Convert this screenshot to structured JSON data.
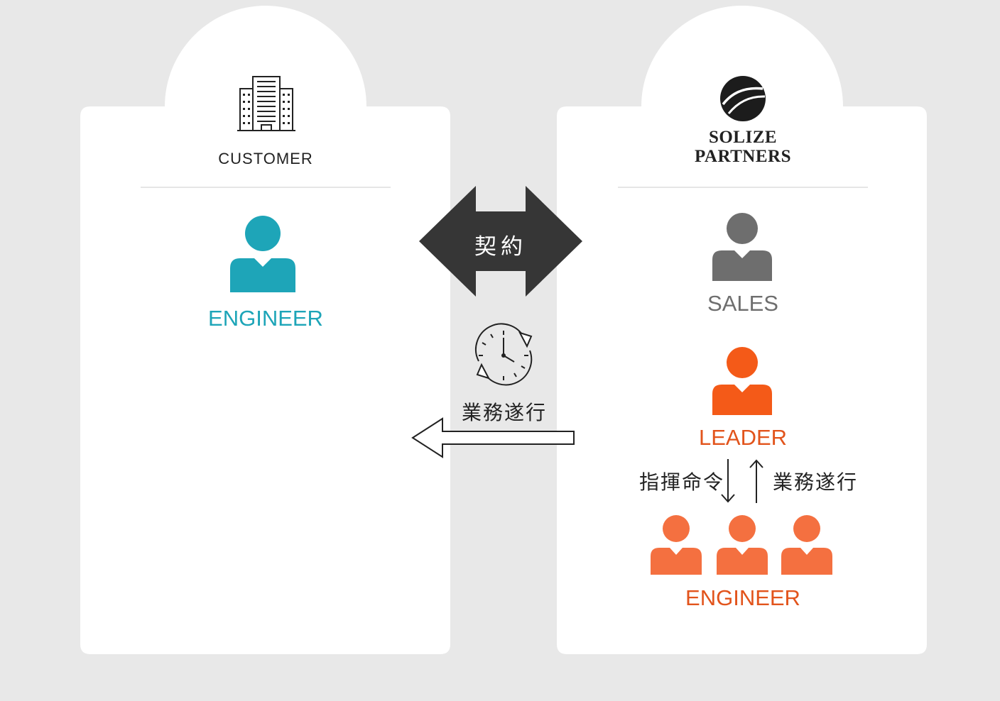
{
  "customer": {
    "title": "CUSTOMER",
    "engineer_label": "ENGINEER",
    "building_icon": "building-icon",
    "color": "#1ea5b8"
  },
  "partner": {
    "brand_line1": "SOLIZE",
    "brand_line2": "PARTNERS",
    "logo_icon": "solize-logo-icon",
    "sales_label": "SALES",
    "sales_color": "#6e6e6e",
    "leader_label": "LEADER",
    "leader_color": "#f45a18",
    "engineer_label": "ENGINEER",
    "engineer_color": "#f47040",
    "command_label": "指揮命令",
    "execution_label": "業務遂行"
  },
  "middle": {
    "contract_label": "契約",
    "execution_label": "業務遂行",
    "clock_icon": "clock-cycle-icon",
    "contract_arrow_color": "#363636"
  }
}
